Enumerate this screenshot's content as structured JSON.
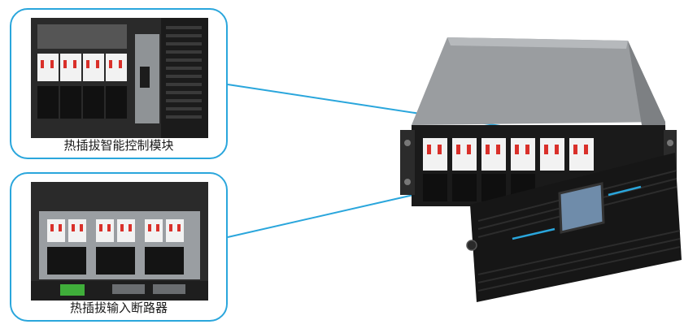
{
  "callouts": [
    {
      "caption": "热插拔智能控制模块",
      "photo": "hot-swap-control-module-photo"
    },
    {
      "caption": "热插拔输入断路器",
      "photo": "hot-swap-input-breaker-photo"
    }
  ],
  "colors": {
    "accent": "#2aa6dc",
    "chassis_dark": "#161616",
    "chassis_top": "#9a9da0",
    "display_screen": "#6f8caa",
    "breaker_white": "#f2f2f2",
    "breaker_red": "#d9302a",
    "terminal_green": "#3fae3a"
  }
}
